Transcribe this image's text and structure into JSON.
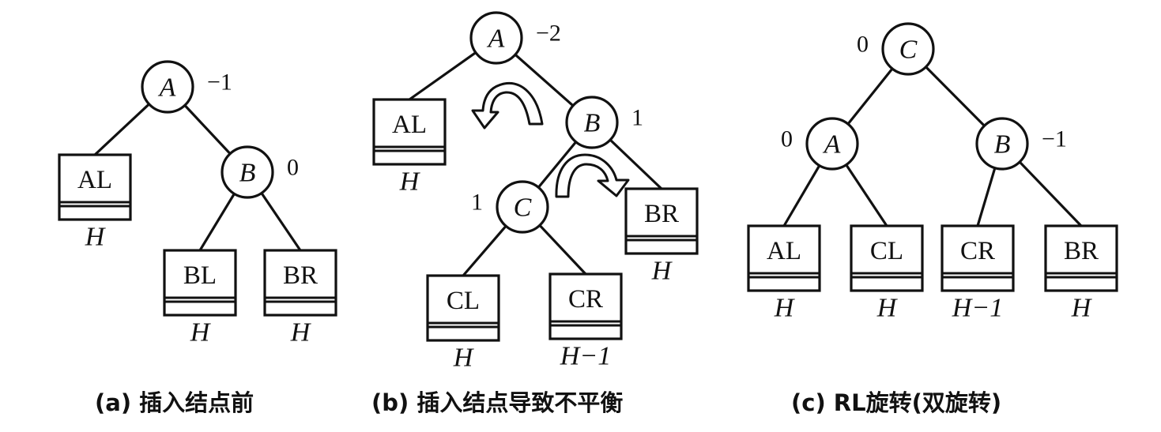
{
  "panels": [
    {
      "id": "a",
      "caption": "(a) 插入结点前",
      "nodes": [
        {
          "id": "A",
          "label": "A",
          "balance": "−1",
          "balance_side": "right"
        },
        {
          "id": "B",
          "label": "B",
          "balance": "0",
          "balance_side": "right"
        }
      ],
      "subtrees": [
        {
          "id": "AL",
          "label": "AL",
          "height": "H"
        },
        {
          "id": "BL",
          "label": "BL",
          "height": "H"
        },
        {
          "id": "BR",
          "label": "BR",
          "height": "H"
        }
      ],
      "edges": [
        [
          "A",
          "AL"
        ],
        [
          "A",
          "B"
        ],
        [
          "B",
          "BL"
        ],
        [
          "B",
          "BR"
        ]
      ]
    },
    {
      "id": "b",
      "caption": "(b) 插入结点导致不平衡",
      "nodes": [
        {
          "id": "A",
          "label": "A",
          "balance": "−2",
          "balance_side": "right"
        },
        {
          "id": "B",
          "label": "B",
          "balance": "1",
          "balance_side": "right"
        },
        {
          "id": "C",
          "label": "C",
          "balance": "1",
          "balance_side": "left"
        }
      ],
      "subtrees": [
        {
          "id": "AL",
          "label": "AL",
          "height": "H"
        },
        {
          "id": "BR",
          "label": "BR",
          "height": "H"
        },
        {
          "id": "CL",
          "label": "CL",
          "height": "H"
        },
        {
          "id": "CR",
          "label": "CR",
          "height": "H−1"
        }
      ],
      "edges": [
        [
          "A",
          "AL"
        ],
        [
          "A",
          "B"
        ],
        [
          "B",
          "C"
        ],
        [
          "B",
          "BR"
        ],
        [
          "C",
          "CL"
        ],
        [
          "C",
          "CR"
        ]
      ],
      "rotations": [
        {
          "name": "rotate-left-arrow",
          "direction": "counterclockwise"
        },
        {
          "name": "rotate-right-arrow",
          "direction": "clockwise"
        }
      ]
    },
    {
      "id": "c",
      "caption": "(c) RL旋转(双旋转)",
      "nodes": [
        {
          "id": "C",
          "label": "C",
          "balance": "0",
          "balance_side": "left"
        },
        {
          "id": "A",
          "label": "A",
          "balance": "0",
          "balance_side": "left"
        },
        {
          "id": "B",
          "label": "B",
          "balance": "−1",
          "balance_side": "right"
        }
      ],
      "subtrees": [
        {
          "id": "AL",
          "label": "AL",
          "height": "H"
        },
        {
          "id": "CL",
          "label": "CL",
          "height": "H"
        },
        {
          "id": "CR",
          "label": "CR",
          "height": "H−1"
        },
        {
          "id": "BR",
          "label": "BR",
          "height": "H"
        }
      ],
      "edges": [
        [
          "C",
          "A"
        ],
        [
          "C",
          "B"
        ],
        [
          "A",
          "AL"
        ],
        [
          "A",
          "CL"
        ],
        [
          "B",
          "CR"
        ],
        [
          "B",
          "BR"
        ]
      ]
    }
  ]
}
